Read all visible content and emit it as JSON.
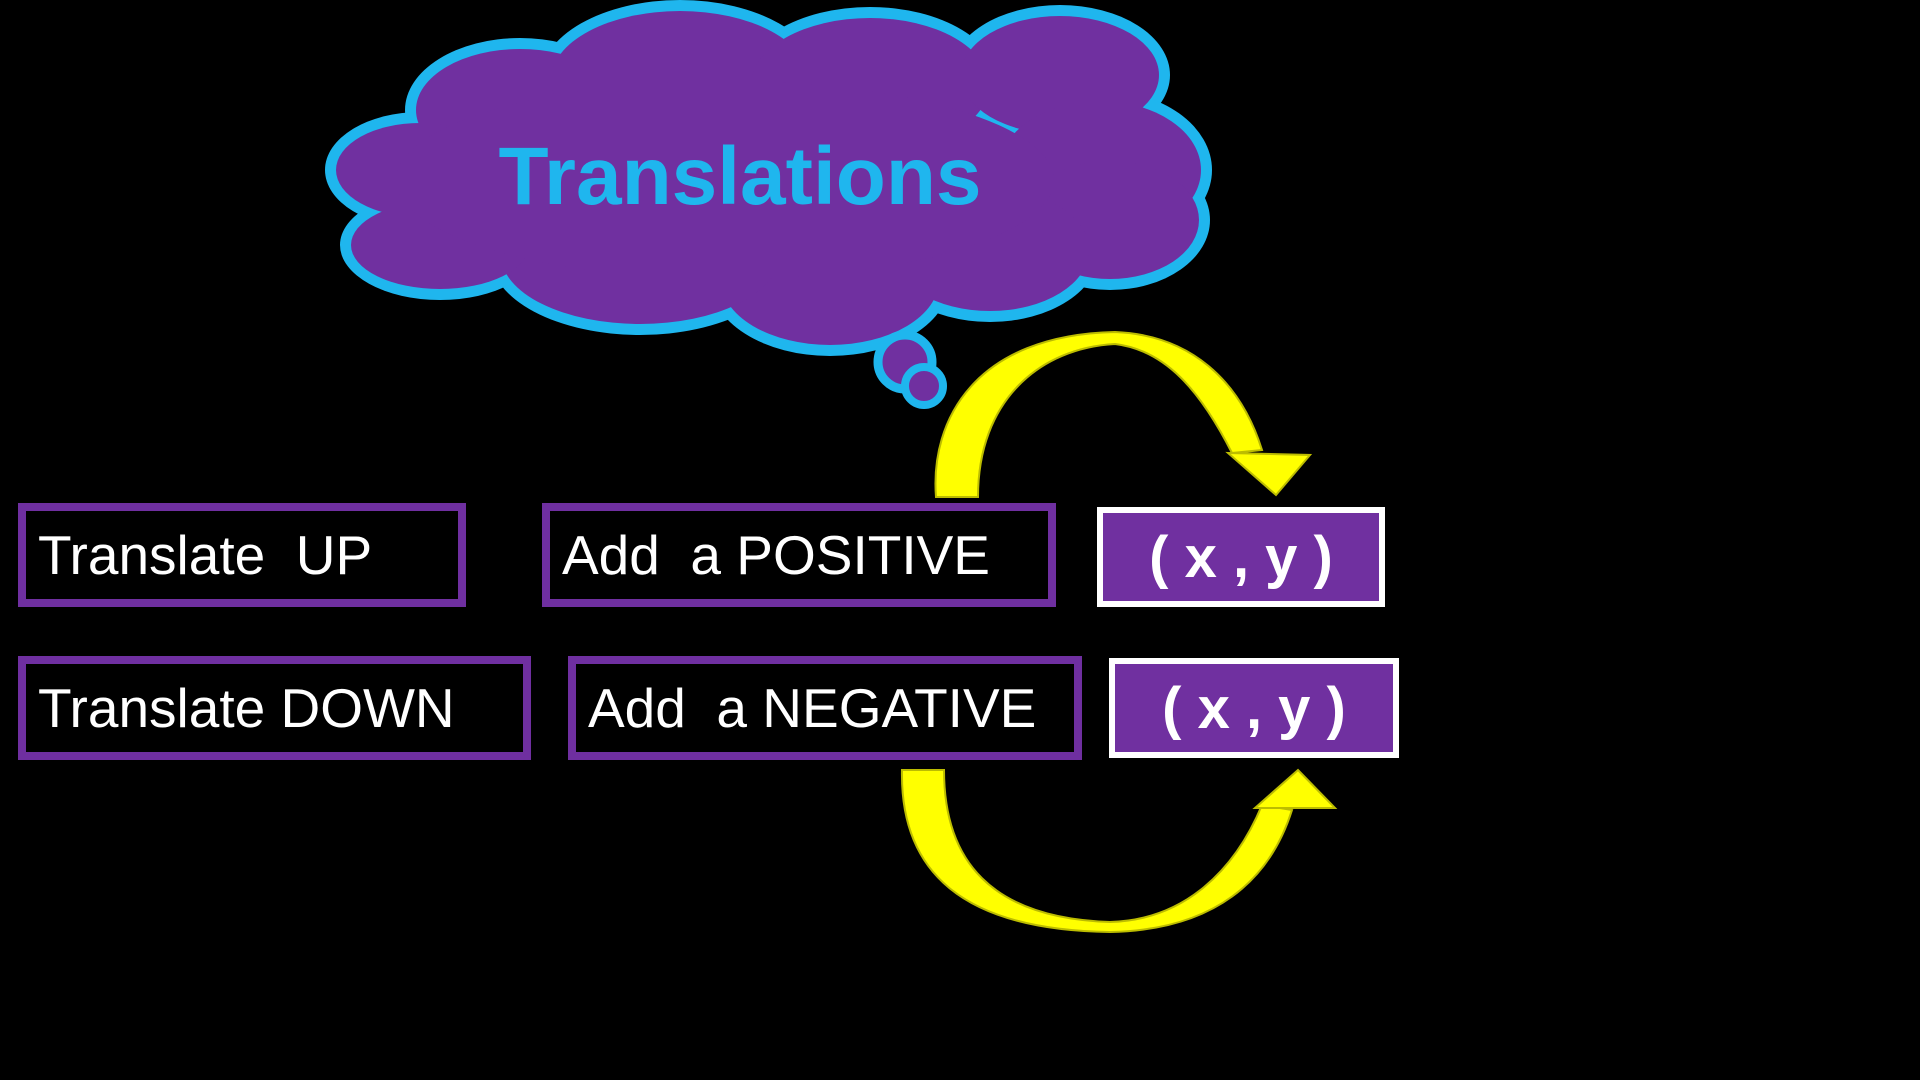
{
  "title": "Translations",
  "rows": [
    {
      "direction_label": "Translate  UP",
      "operation_label": "Add  a POSITIVE",
      "coordinate_label": "( x , y )"
    },
    {
      "direction_label": "Translate DOWN",
      "operation_label": "Add  a NEGATIVE",
      "coordinate_label": "( x , y )"
    }
  ],
  "colors": {
    "background": "#000000",
    "cloud_fill": "#7030a0",
    "cloud_outline": "#1fb6ee",
    "title_text": "#1fb6ee",
    "box_border": "#6f2fa0",
    "coordinate_fill": "#7030a0",
    "coordinate_border": "#ffffff",
    "arrow": "#ffff00"
  },
  "icons": {
    "cloud": "thought-cloud-icon",
    "arrows": "curved-arrow-icon"
  }
}
